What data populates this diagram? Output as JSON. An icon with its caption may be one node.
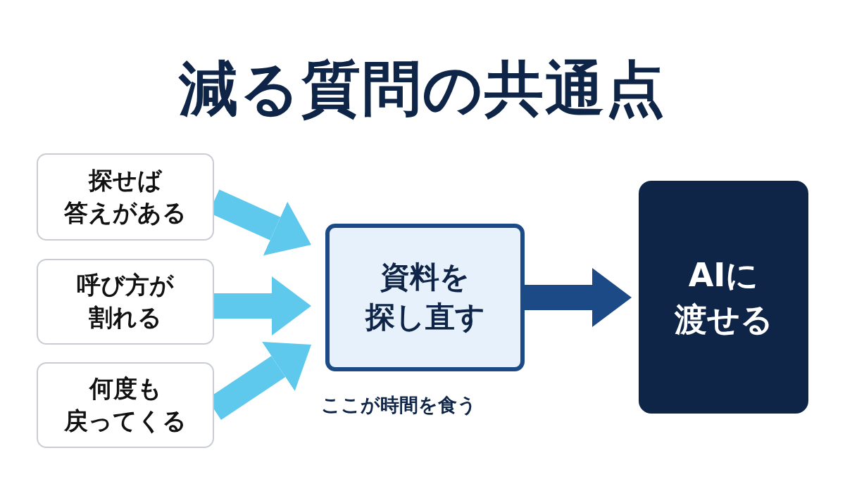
{
  "diagram": {
    "title": "減る質問の共通点",
    "nodes": [
      {
        "text": [
          "探せば答えがある"
        ]
      },
      {
        "text": [
          "呼び方が割れる"
        ]
      },
      {
        "text": [
          "何度も戻ってくる"
        ]
      },
      {
        "text": [
          "資料を探し直す"
        ],
        "beside": [
          "ここが時間を食う"
        ]
      },
      {
        "text": [
          "AIに渡せる"
        ]
      }
    ],
    "edges": [
      {
        "from": 0,
        "to": 3,
        "arrow": "to"
      },
      {
        "from": 1,
        "to": 3,
        "arrow": "to"
      },
      {
        "from": 2,
        "to": 3,
        "arrow": "to"
      },
      {
        "from": 3,
        "to": 4,
        "arrow": "to",
        "color": "#1c4a86"
      }
    ]
  }
}
